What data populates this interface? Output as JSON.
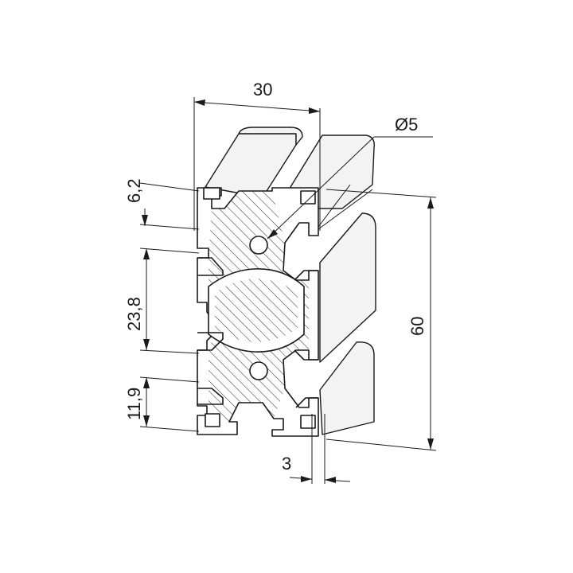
{
  "drawing": {
    "dimensions": {
      "width": "30",
      "bore": "Ø5",
      "slot_offset": "6,2",
      "slot_spacing": "23,8",
      "slot_edge": "11,9",
      "height": "60",
      "wall": "3"
    }
  }
}
